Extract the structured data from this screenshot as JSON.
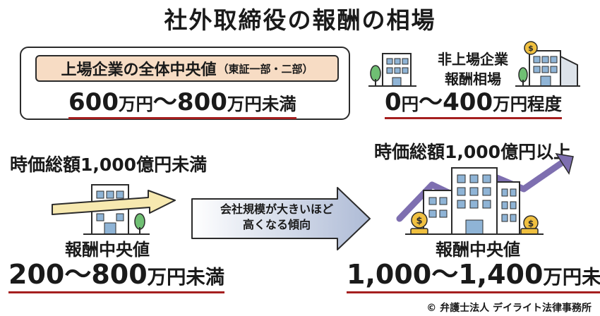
{
  "title": "社外取締役の報酬の相場",
  "listed": {
    "label": "上場企業の全体中央値",
    "label_note": "（東証一部・二部）",
    "range_a": "600",
    "range_a_unit": "万円",
    "tilde": "〜",
    "range_b": "800",
    "range_b_unit": "万円未満"
  },
  "unlisted": {
    "title_line1": "非上場企業",
    "title_line2": "報酬相場",
    "range_a": "0",
    "range_a_unit": "円",
    "tilde": "〜",
    "range_b": "400",
    "range_b_unit": "万円程度"
  },
  "small_company": {
    "heading": "時価総額1,000億円未満",
    "median_label": "報酬中央値",
    "range_a": "200",
    "tilde": "〜",
    "range_b": "800",
    "range_b_unit": "万円未満"
  },
  "large_company": {
    "heading": "時価総額1,000億円以上",
    "median_label": "報酬中央値",
    "range_a": "1,000",
    "tilde": "〜",
    "range_b": "1,400",
    "range_b_unit": "万円未満"
  },
  "middle_arrow": {
    "line1": "会社規模が大きいほど",
    "line2": "高くなる傾向"
  },
  "copyright": "© 弁護士法人 デイライト法律事務所",
  "colors": {
    "accent_underline": "#a51f1f",
    "label_fill": "#f7dcc4",
    "arrow_yellow": "#f7e9b0",
    "arrow_blue": "#c7d2e6",
    "building_blue": "#8fb4d6",
    "growth_purple": "#7e6fb0",
    "coin": "#f0c040",
    "tree": "#6fbf73"
  },
  "icons": [
    "building-icon",
    "tree-icon",
    "coin-icon",
    "rising-arrow-icon"
  ]
}
